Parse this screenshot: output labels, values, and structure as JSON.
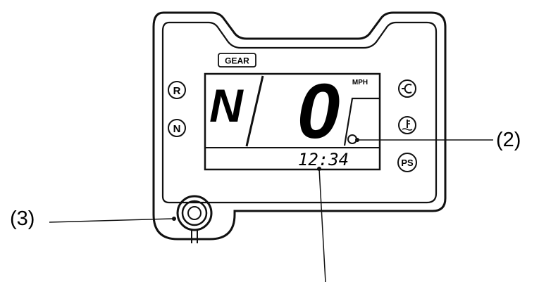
{
  "panel": {
    "gear_label": "GEAR",
    "gear_value": "N",
    "speed_value": "0",
    "speed_unit": "MPH",
    "clock": "12:34"
  },
  "indicators": {
    "reverse": "R",
    "neutral": "N",
    "power_steering": "PS"
  },
  "callouts": {
    "clock_button": "(2)",
    "mode_button": "(3)"
  }
}
